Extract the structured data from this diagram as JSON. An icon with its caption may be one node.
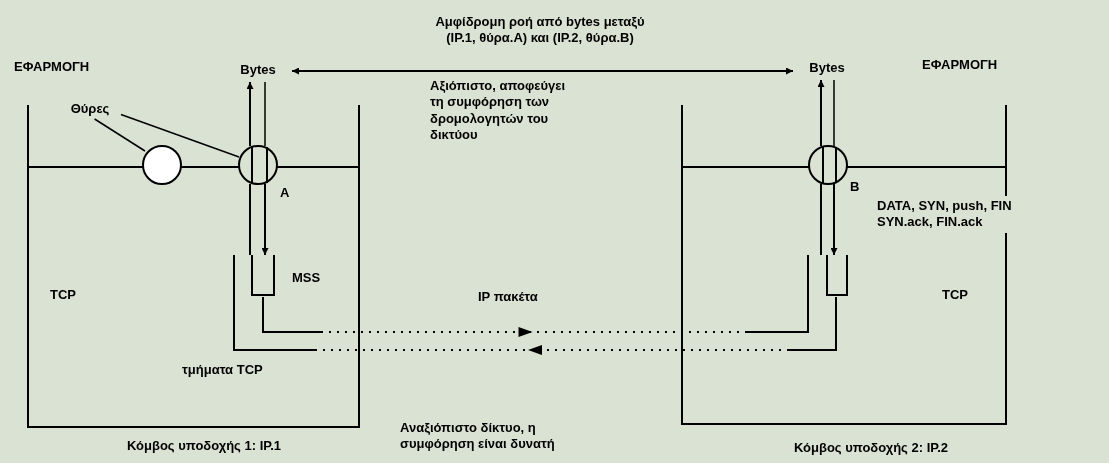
{
  "diagram": {
    "nodes": [
      {
        "text": [
          "ΕΦΑΡΜΟΓΗ",
          "TCP"
        ],
        "beside": [
          "Κόμβος υποδοχής 1: IP.1"
        ]
      },
      {
        "text": [],
        "shape": "circle",
        "in": 0
      },
      {
        "text": [],
        "shape": "circle",
        "in": 0,
        "beside": [
          "A"
        ]
      },
      {
        "text": [
          "Θύρες"
        ],
        "in": 0
      },
      {
        "text": [
          "Bytes"
        ]
      },
      {
        "text": [],
        "shape": "box",
        "in": 0,
        "beside": [
          "MSS"
        ]
      },
      {
        "text": [
          "ΕΦΑΡΜΟΓΗ",
          "TCP"
        ],
        "beside": [
          "Κόμβος υποδοχής 2: IP.2"
        ]
      },
      {
        "text": [],
        "shape": "circle",
        "in": 6,
        "beside": [
          "B"
        ]
      },
      {
        "text": [
          "Bytes"
        ]
      },
      {
        "text": [],
        "shape": "box",
        "in": 6
      }
    ],
    "edges": [
      {
        "from": 3,
        "to": 1,
        "arrow": "none"
      },
      {
        "from": 3,
        "to": 2,
        "arrow": "none"
      },
      {
        "from": 4,
        "to": 8,
        "arrow": "both",
        "label": "Αμφίδρομη ροή από bytes μεταξύ (IP.1, θύρα.A) και (IP.2, θύρα.B)"
      },
      {
        "from": 5,
        "to": 2,
        "arrow": "none"
      },
      {
        "from": 2,
        "to": 4,
        "arrow": "to"
      },
      {
        "from": 4,
        "to": 2,
        "arrow": "none"
      },
      {
        "from": 2,
        "to": 5,
        "arrow": "to"
      },
      {
        "from": 5,
        "to": 9,
        "arrow": "to",
        "style": "dashed"
      },
      {
        "from": 9,
        "to": 5,
        "arrow": "to",
        "style": "dashed"
      },
      {
        "from": 9,
        "to": 7,
        "arrow": "none"
      },
      {
        "from": 7,
        "to": 8,
        "arrow": "to"
      },
      {
        "from": 8,
        "to": 7,
        "arrow": "none"
      },
      {
        "from": 7,
        "to": 9,
        "arrow": "to"
      }
    ],
    "labels": [
      "Αξιόπιστο, αποφεύγει τη συμφόρηση των δρομολογητών του δικτύου",
      "IP πακέτα",
      "τμήματα TCP",
      "DATA, SYN, push, FIN SYN.ack, FIN.ack",
      "Αναξιόπιστο δίκτυο, η συμφόρηση είναι δυνατή"
    ]
  }
}
